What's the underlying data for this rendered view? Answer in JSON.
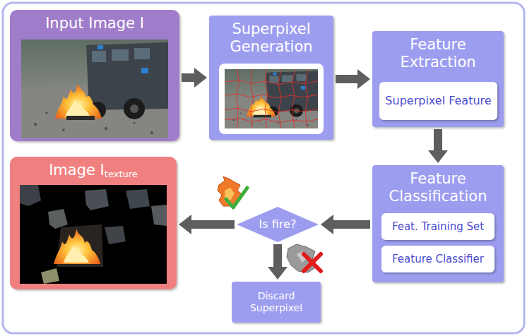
{
  "diagram": {
    "nodes": [
      {
        "text": [
          "Input Image I"
        ]
      },
      {
        "text": [
          "Superpixel Generation"
        ]
      },
      {
        "text": [
          "Feature Extraction"
        ]
      },
      {
        "text": [
          "Superpixel Feature"
        ],
        "in": 2
      },
      {
        "text": [
          "Feature Classification"
        ]
      },
      {
        "text": [
          "Feat. Training Set"
        ],
        "in": 4
      },
      {
        "text": [
          "Feature Classifier"
        ],
        "in": 4
      },
      {
        "text": [
          "Is fire?"
        ]
      },
      {
        "text": [
          "Discard Superpixel"
        ]
      },
      {
        "text": [
          "Image I",
          "texture"
        ]
      }
    ],
    "edges": [
      {
        "from": 0,
        "to": 1,
        "arrow": "to"
      },
      {
        "from": 1,
        "to": 2,
        "arrow": "to"
      },
      {
        "from": 2,
        "to": 4,
        "arrow": "to"
      },
      {
        "from": 4,
        "to": 7,
        "arrow": "to"
      },
      {
        "from": 7,
        "to": 9,
        "arrow": "to"
      },
      {
        "from": 7,
        "to": 8,
        "arrow": "to"
      }
    ]
  }
}
